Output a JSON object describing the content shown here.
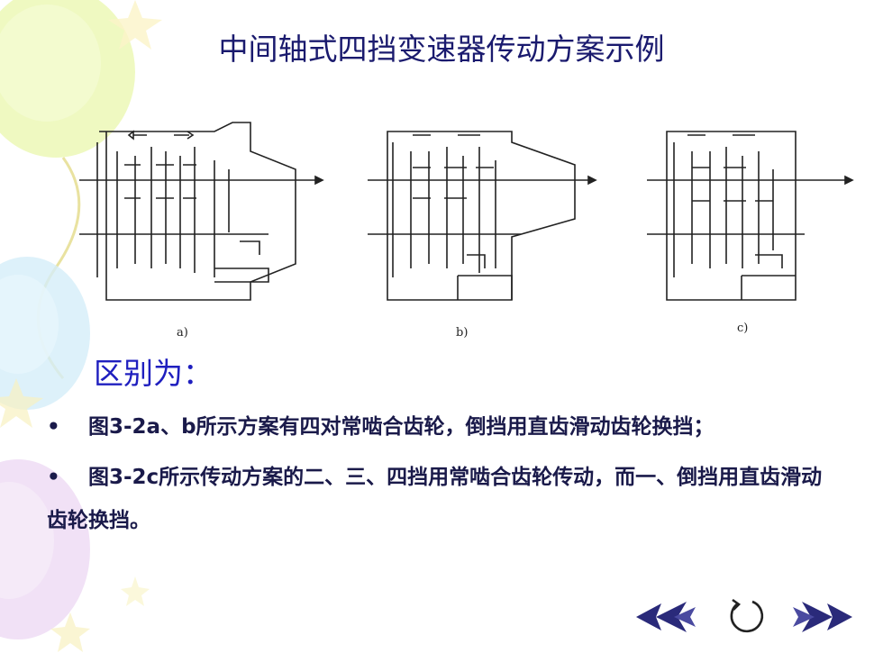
{
  "slide": {
    "title": "中间轴式四挡变速器传动方案示例",
    "diagram_labels": [
      "a)",
      "b)",
      "c)"
    ],
    "subheading": "区别为：",
    "bullets": [
      {
        "marker": "•",
        "text": "图3-2a、b所示方案有四对常啮合齿轮，倒挡用直齿滑动齿轮换挡；"
      },
      {
        "marker": "•",
        "text": "图3-2c所示传动方案的二、三、四挡用常啮合齿轮传动，而一、倒挡用直齿滑动齿轮换挡。"
      }
    ]
  },
  "navigation": {
    "prev_icon": "double-arrow-left-icon",
    "home_icon": "return-circle-icon",
    "next_icon": "double-arrow-right-icon"
  },
  "colors": {
    "title": "#1a1a6e",
    "subheading": "#1f1fbf",
    "body_text": "#1a1a4a",
    "nav_arrow": "#2a2a7a",
    "balloon_green": "#e6f5a8",
    "balloon_blue": "#cfeaf7",
    "balloon_purple": "#ead7f2"
  }
}
